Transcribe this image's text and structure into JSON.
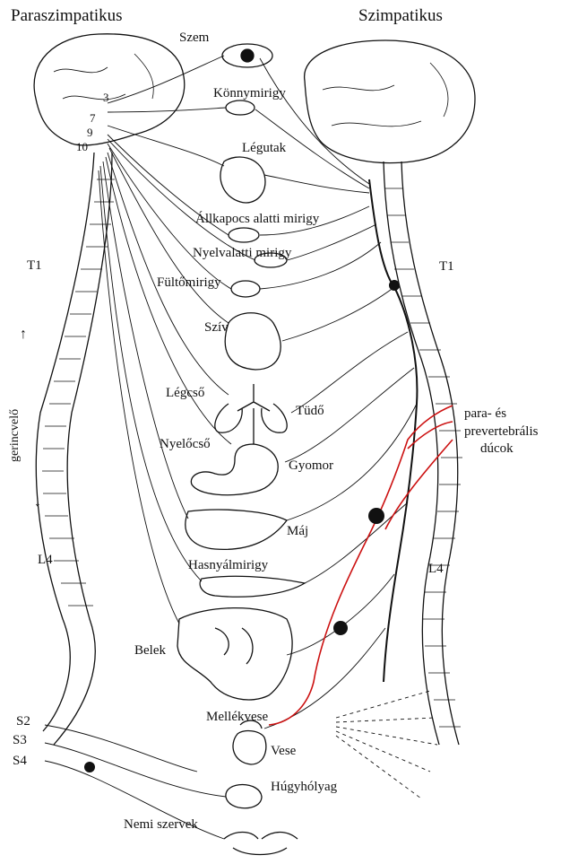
{
  "headers": {
    "parasympathetic": "Paraszimpatikus",
    "sympathetic": "Szimpatikus"
  },
  "organs": {
    "eye": "Szem",
    "lacrimal": "Könnymirigy",
    "airways": "Légutak",
    "submandibular": "Állkapocs alatti mirigy",
    "sublingual": "Nyelvalatti mirigy",
    "parotid": "Fültőmirigy",
    "heart": "Szív",
    "trachea": "Légcső",
    "lung": "Tüdő",
    "esophagus": "Nyelőcső",
    "stomach": "Gyomor",
    "liver": "Máj",
    "pancreas": "Hasnyálmirigy",
    "intestines": "Belek",
    "adrenal": "Mellékvese",
    "kidney": "Vese",
    "bladder": "Húgyhólyag",
    "genitals": "Nemi szervek"
  },
  "spine_labels": {
    "left_t1": "T1",
    "left_l4": "L4",
    "right_t1": "T1",
    "right_l4": "L4",
    "s2": "S2",
    "s3": "S3",
    "s4": "S4",
    "spinal_cord": "gerincvelő"
  },
  "cranial_nerves": [
    "3",
    "7",
    "9",
    "10"
  ],
  "ganglia_label": {
    "line1": "para- és",
    "line2": "prevertebrális",
    "line3": "dúcok"
  }
}
